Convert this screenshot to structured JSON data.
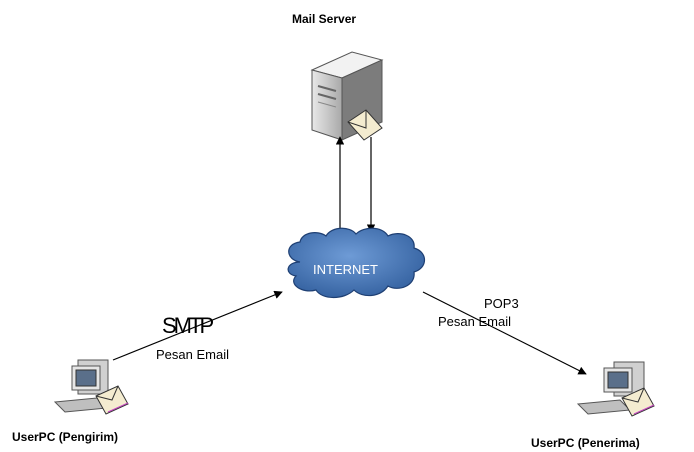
{
  "server": {
    "label": "Mail Server"
  },
  "cloud": {
    "label": "INTERNET"
  },
  "sender": {
    "label": "UserPC (Pengirim)",
    "protocol": "SMTP",
    "message": "Pesan Email"
  },
  "receiver": {
    "label": "UserPC (Penerima)",
    "protocol": "POP3",
    "message": "Pesan Email"
  },
  "colors": {
    "cloud": "#3f6fae",
    "cloud_edge": "#1e3f73",
    "envelope": "#f4ecd0",
    "pc": "#c9c9c9"
  }
}
